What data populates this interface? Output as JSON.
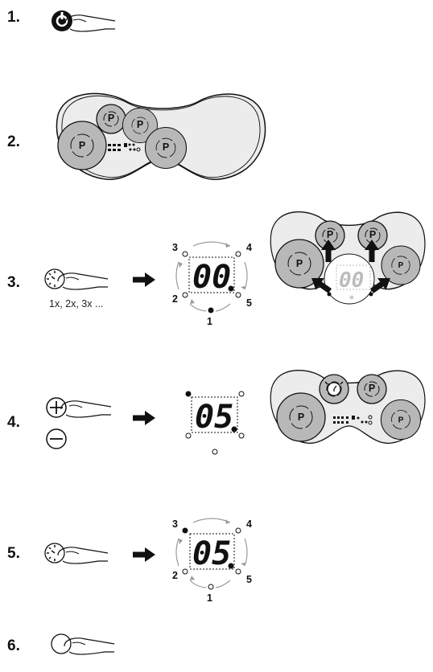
{
  "steps": [
    {
      "number": "1."
    },
    {
      "number": "2."
    },
    {
      "number": "3.",
      "caption": "1x, 2x, 3x ..."
    },
    {
      "number": "4."
    },
    {
      "number": "5."
    },
    {
      "number": "6."
    }
  ],
  "icons": {
    "power_key": "power-icon",
    "timer_key": "clock-icon",
    "plus_key": "plus-icon",
    "minus_key": "minus-icon",
    "arrow": "arrow-right-icon",
    "hob_panel": "hob-diagram",
    "alarm": "alarm-clock-icon"
  },
  "zone_label": "P",
  "displays": {
    "step3": "00",
    "step3_hob": "00",
    "step4": "05",
    "step5": "05"
  },
  "positions": {
    "step3": [
      "1",
      "2",
      "3",
      "4",
      "5"
    ],
    "step5": [
      "1",
      "2",
      "3",
      "4",
      "5"
    ]
  },
  "colors": {
    "zone_fill": "#b8b8b8",
    "panel_fill": "#ececec",
    "ink": "#111111",
    "faded_arrow": "#9a9a9a"
  }
}
